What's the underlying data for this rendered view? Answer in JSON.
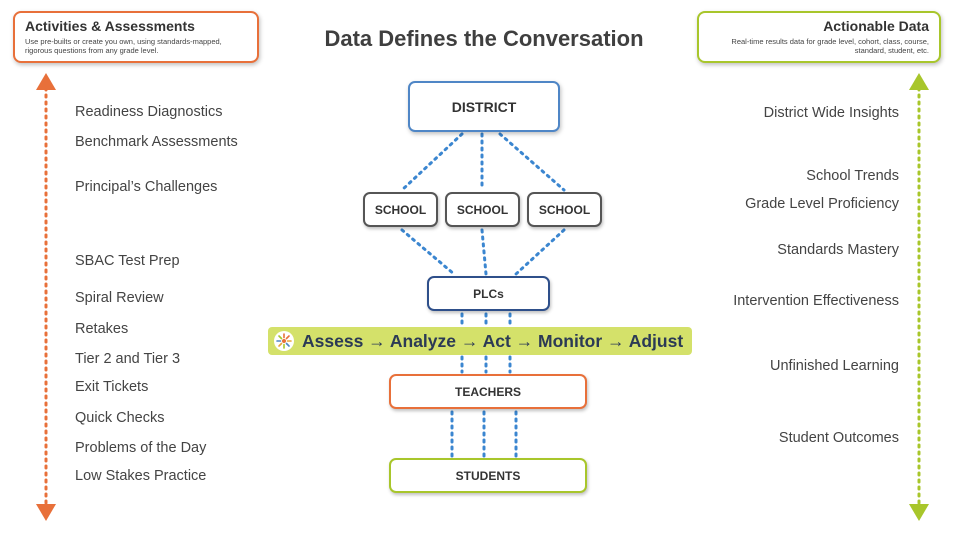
{
  "title": "Data Defines the Conversation",
  "left_callout": {
    "title": "Activities & Assessments",
    "description": "Use pre-builts or create you own, using standards-mapped, rigorous questions from any grade level."
  },
  "right_callout": {
    "title": "Actionable Data",
    "description": "Real-time results data for grade level, cohort, class, course, standard, student, etc."
  },
  "left_list": [
    "Readiness Diagnostics",
    "Benchmark Assessments",
    "Principal’s Challenges",
    "SBAC Test Prep",
    "Spiral Review",
    "Retakes",
    "Tier 2 and Tier 3",
    "Exit Tickets",
    "Quick Checks",
    "Problems of the Day",
    "Low Stakes Practice"
  ],
  "right_list": [
    "District Wide Insights",
    "School Trends",
    "Grade Level Proficiency",
    "Standards Mastery",
    "Intervention Effectiveness",
    "Unfinished Learning",
    "Student Outcomes"
  ],
  "nodes": {
    "district": "DISTRICT",
    "schools": [
      "SCHOOL",
      "SCHOOL",
      "SCHOOL"
    ],
    "plcs": "PLCs",
    "teachers": "TEACHERS",
    "students": "STUDENTS"
  },
  "cycle_banner": "Assess → Analyze → Act → Monitor → Adjust",
  "colors": {
    "orange": "#e8703a",
    "green": "#a8c62b",
    "blue": "#4f86c6",
    "navy": "#2e4f8a",
    "banner": "#d4e16a"
  }
}
